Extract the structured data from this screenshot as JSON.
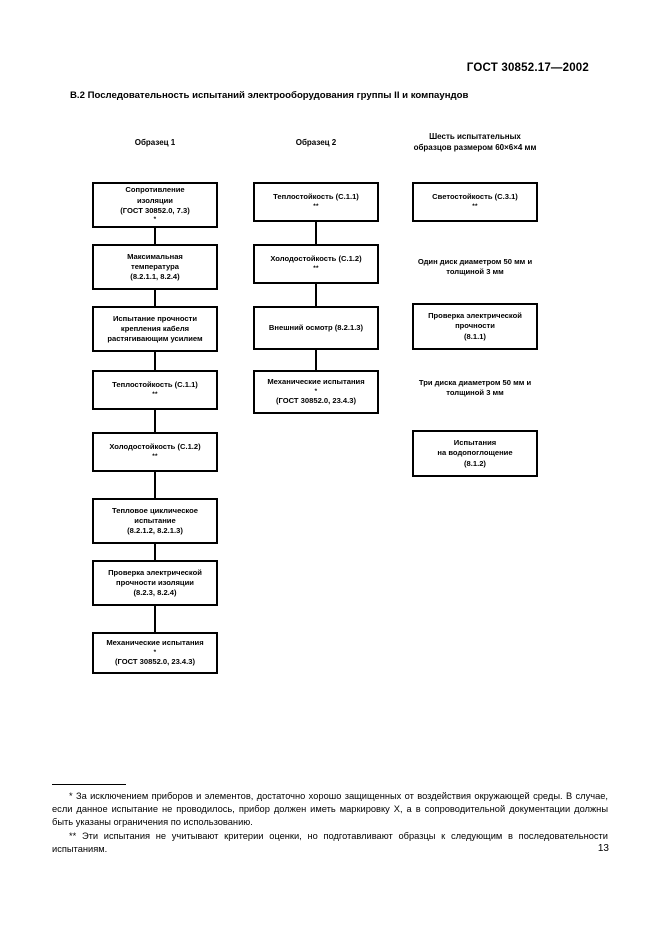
{
  "document": {
    "header": "ГОСТ 30852.17—2002",
    "page_number": "13",
    "section_title": "В.2  Последовательность испытаний электрооборудования группы II и компаундов"
  },
  "chart_data": {
    "type": "diagram",
    "title": "В.2  Последовательность испытаний электрооборудования группы II и компаундов",
    "columns": [
      {
        "id": "column-1",
        "header": "Образец 1",
        "nodes": [
          {
            "id": "n1-1",
            "lines": [
              "Сопротивление",
              "изоляции",
              "(ГОСТ 30852.0, 7.3)"
            ],
            "marker": "*"
          },
          {
            "id": "n1-2",
            "lines": [
              "Максимальная",
              "температура",
              "(8.2.1.1, 8.2.4)"
            ],
            "marker": ""
          },
          {
            "id": "n1-3",
            "lines": [
              "Испытание прочности",
              "крепления кабеля",
              "растягивающим усилием"
            ],
            "marker": ""
          },
          {
            "id": "n1-4",
            "lines": [
              "Теплостойкость (С.1.1)"
            ],
            "marker": "**"
          },
          {
            "id": "n1-5",
            "lines": [
              "Холодостойкость (С.1.2)"
            ],
            "marker": "**"
          },
          {
            "id": "n1-6",
            "lines": [
              "Тепловое циклическое",
              "испытание",
              "(8.2.1.2, 8.2.1.3)"
            ],
            "marker": ""
          },
          {
            "id": "n1-7",
            "lines": [
              "Проверка электрической",
              "прочности изоляции",
              "(8.2.3, 8.2.4)"
            ],
            "marker": ""
          },
          {
            "id": "n1-8",
            "lines": [
              "Механические испытания",
              "(ГОСТ 30852.0, 23.4.3)"
            ],
            "marker": "*"
          }
        ]
      },
      {
        "id": "column-2",
        "header": "Образец 2",
        "nodes": [
          {
            "id": "n2-1",
            "lines": [
              "Теплостойкость (С.1.1)"
            ],
            "marker": "**"
          },
          {
            "id": "n2-2",
            "lines": [
              "Холодостойкость (С.1.2)"
            ],
            "marker": "**"
          },
          {
            "id": "n2-3",
            "lines": [
              "Внешний осмотр (8.2.1.3)"
            ],
            "marker": ""
          },
          {
            "id": "n2-4",
            "lines": [
              "Механические испытания",
              "(ГОСТ 30852.0, 23.4.3)"
            ],
            "marker": "*"
          }
        ]
      },
      {
        "id": "column-3",
        "header": "Шесть испытательных образцов размером 60×6×4 мм",
        "header_lines": [
          "Шесть испытательных",
          "образцов размером",
          "60×6×4 мм"
        ],
        "nodes": [
          {
            "id": "n3-1",
            "lines": [
              "Светостойкость (С.3.1)"
            ],
            "marker": "**"
          },
          {
            "id": "n3-2",
            "lines": [
              "Проверка электрической",
              "прочности",
              "(8.1.1)"
            ],
            "marker": ""
          },
          {
            "id": "n3-3",
            "lines": [
              "Испытания",
              "на водопоглощение",
              "(8.1.2)"
            ],
            "marker": ""
          }
        ],
        "notes": [
          {
            "id": "note-1",
            "lines": [
              "Один диск",
              "диаметром 50 мм",
              "и толщиной 3 мм"
            ]
          },
          {
            "id": "note-2",
            "lines": [
              "Три диска",
              "диаметром 50 мм",
              "и толщиной 3 мм"
            ]
          }
        ]
      }
    ]
  },
  "footnotes": {
    "first": "*  За исключением приборов и элементов, достаточно хорошо защищенных от воздействия окружающей среды. В случае, если данное испытание не проводилось, прибор должен иметь маркировку X, а в сопроводительной документации должны быть указаны ограничения по использованию.",
    "second": "**  Эти испытания не учитывают критерии оценки, но подготавливают образцы к следующим в последовательности испытаниям."
  }
}
